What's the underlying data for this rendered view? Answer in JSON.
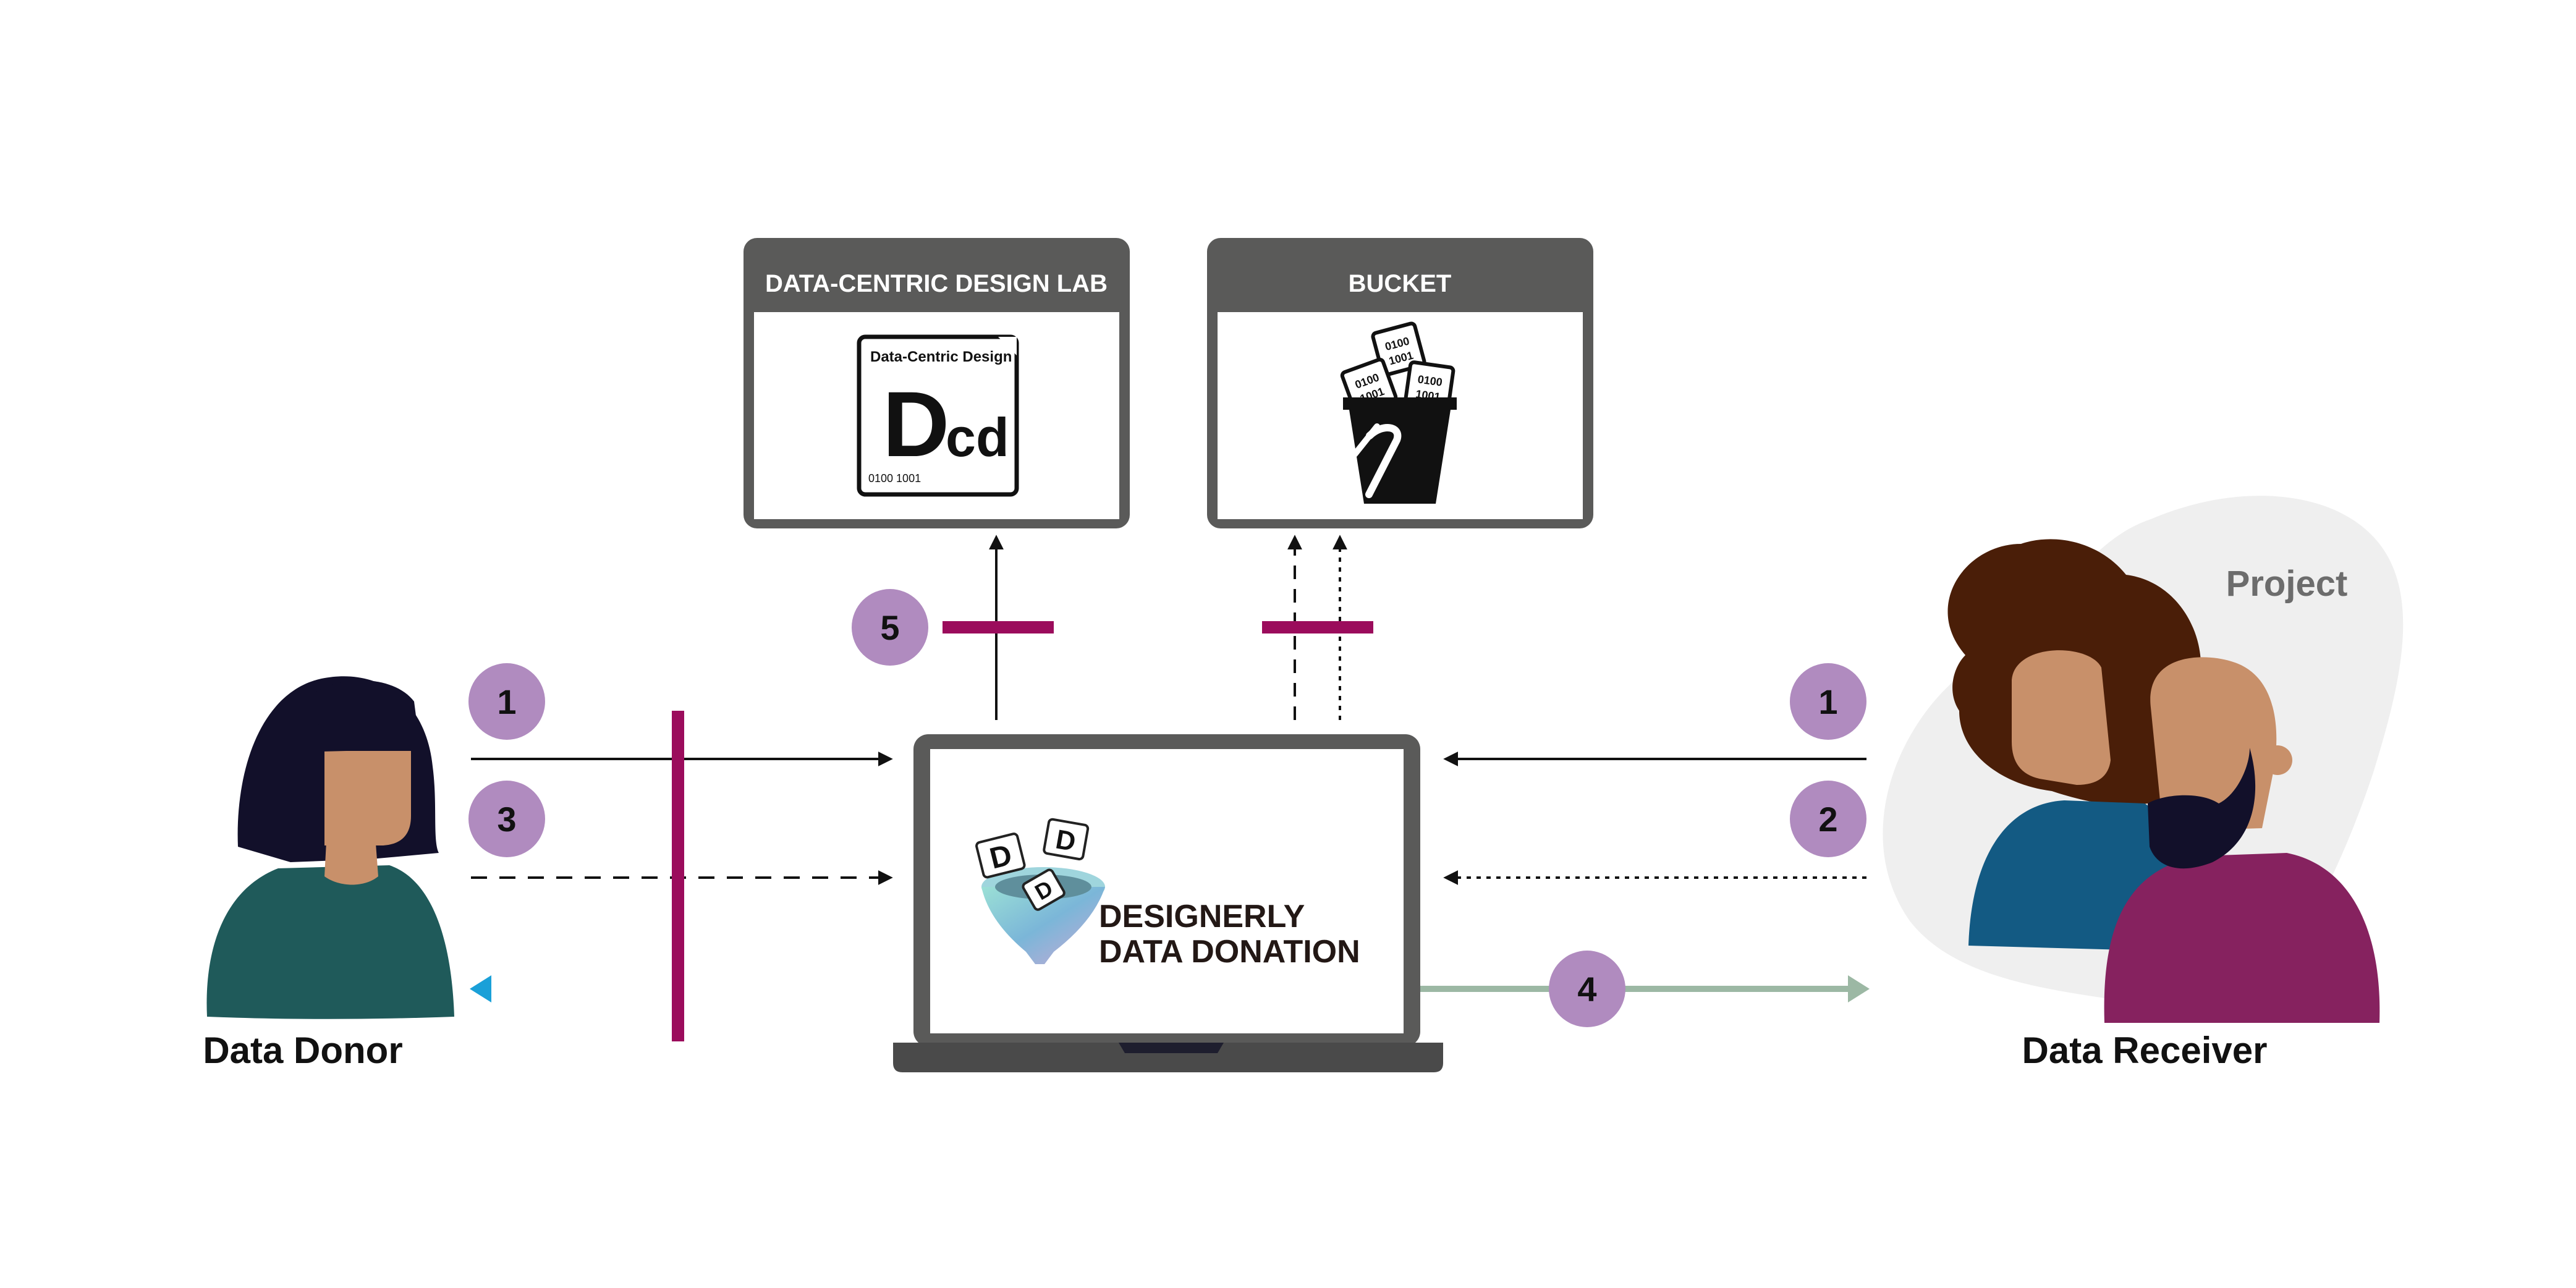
{
  "colors": {
    "panel_gray": "#5a5a59",
    "badge_purple": "#b08bbf",
    "barrier_magenta": "#9b0c5c",
    "arrow_blue": "#1aa0d8",
    "arrow_green": "#9cb8a4",
    "blob_gray": "#efefef",
    "donor_shirt": "#1f5a5a",
    "receiver_shirt_back": "#135a83",
    "receiver_shirt_front": "#86225f",
    "hair_dark": "#12102a",
    "hair_brown": "#4a1e08",
    "skin": "#c8906a"
  },
  "panels": {
    "dcd": {
      "title": "DATA-CENTRIC DESIGN LAB",
      "logo_caption": "Data-Centric Design",
      "logo_big": "D",
      "logo_small": "cd",
      "logo_binary": "0100 1001"
    },
    "bucket": {
      "title": "BUCKET",
      "card_binary_top": "0100",
      "card_binary_bottom": "1001"
    }
  },
  "laptop": {
    "brand_line1": "DESIGNERLY",
    "brand_line2": "DATA DONATION",
    "cube_letter": "D"
  },
  "actors": {
    "donor_label": "Data Donor",
    "receiver_label": "Data Receiver",
    "project_label": "Project"
  },
  "badges": {
    "donor_top": "1",
    "donor_bottom": "3",
    "receiver_top": "1",
    "receiver_bottom": "2",
    "output": "4",
    "lab": "5"
  },
  "icons": {
    "dcd_logo": "dcd-logo-icon",
    "bucket": "bucket-icon",
    "brand": "funnel-logo-icon"
  }
}
